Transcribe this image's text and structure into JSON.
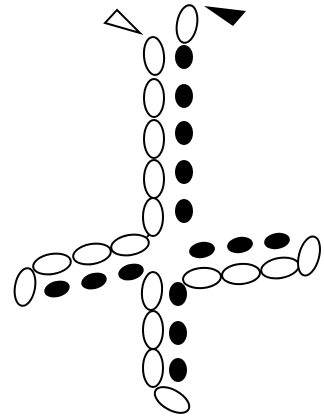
{
  "colors": {
    "background": "#ffffff",
    "open_bead_fill": "#ffffff",
    "outline": "#000000",
    "solid_bead_fill": "#000000"
  },
  "legend": {
    "open_marker_icon": "open-triangle-arrow",
    "solid_marker_icon": "solid-triangle-arrow"
  },
  "strands": [
    {
      "style": "open-oval",
      "arm": "top-vertical",
      "bead_count": 6
    },
    {
      "style": "solid-oval",
      "arm": "top-vertical",
      "bead_count": 5
    },
    {
      "style": "open-oval",
      "arm": "left-horizontal",
      "bead_count": 4
    },
    {
      "style": "solid-oval",
      "arm": "left-horizontal",
      "bead_count": 3
    },
    {
      "style": "solid-oval",
      "arm": "right-horizontal",
      "bead_count": 3
    },
    {
      "style": "open-oval",
      "arm": "right-horizontal",
      "bead_count": 4
    },
    {
      "style": "open-oval",
      "arm": "bottom-vertical",
      "bead_count": 4
    },
    {
      "style": "solid-oval",
      "arm": "bottom-vertical",
      "bead_count": 3
    }
  ]
}
